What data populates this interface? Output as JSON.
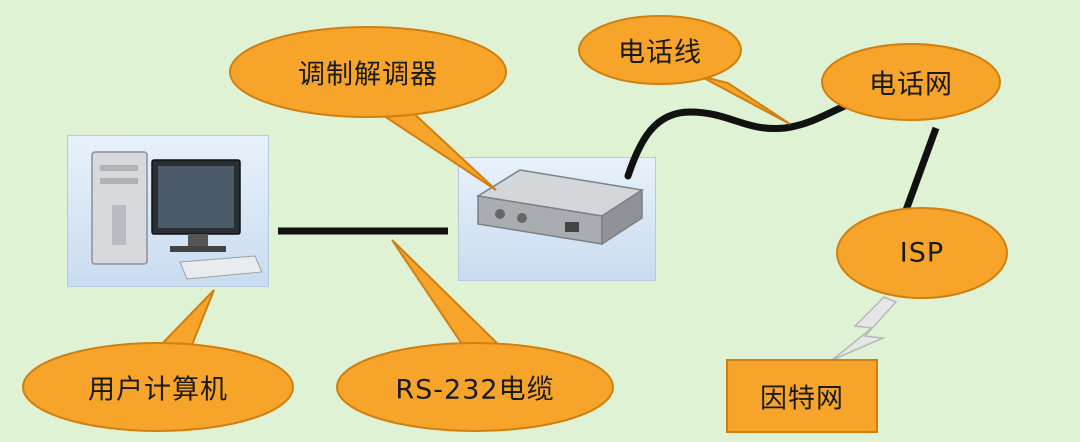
{
  "nodes": {
    "modem": "调制解调器",
    "phone_line": "电话线",
    "phone_network": "电话网",
    "isp": "ISP",
    "internet": "因特网",
    "user_computer": "用户计算机",
    "rs232_cable": "RS-232电缆"
  },
  "colors": {
    "background": "#dff3d4",
    "bubble_fill": "#f6a42a",
    "bubble_stroke": "#d07f10",
    "line": "#111111",
    "lightning": "#e6e6e6"
  }
}
